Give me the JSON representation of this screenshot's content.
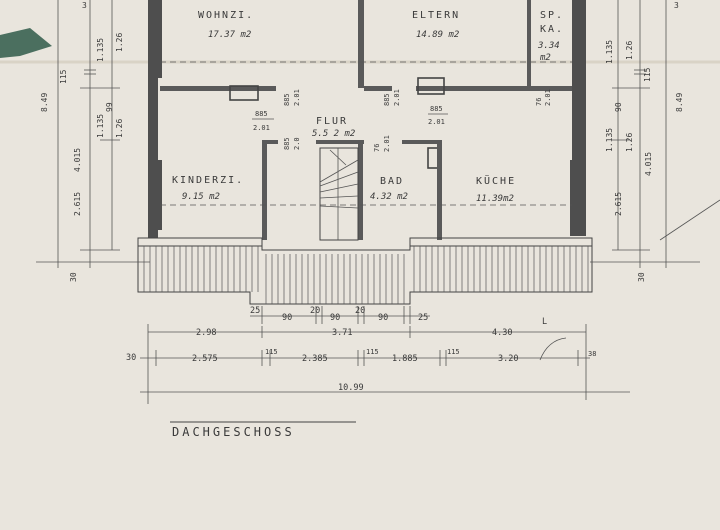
{
  "plan": {
    "title": "DACHGESCHOSS",
    "rooms": [
      {
        "name": "WOHNZI.",
        "area": "17.37 m2"
      },
      {
        "name": "ELTERN",
        "area": "14.89 m2"
      },
      {
        "name": "SP.",
        "area": "KA."
      },
      {
        "name": "KINDERZI.",
        "area": "9.15 m2"
      },
      {
        "name": "FLUR",
        "area": "5.5 2 m2"
      },
      {
        "name": "BAD",
        "area": "4.32 m2"
      },
      {
        "name": "KÜCHE",
        "area": "11.39m2"
      }
    ],
    "sp_area_value": "3.34",
    "sp_area_unit": "m2",
    "doors": {
      "wohn_top": "885",
      "wohn_bottom": "2.01",
      "eltern_top": "885",
      "eltern_bottom": "2.01",
      "kueche_top": "885",
      "kueche_bottom": "2.01",
      "kinder_main": "885",
      "kinder_sub": "2.01",
      "kinder_side_top": "885",
      "kinder_side_bottom": "2.0",
      "sp_top": "76",
      "sp_bottom": "2.01",
      "bad_top": "76",
      "bad_bottom": "2.01"
    },
    "bottom_dims": {
      "row1": [
        "25",
        "90",
        "20",
        "90",
        "20",
        "90",
        "25"
      ],
      "row2": [
        "2.98",
        "3.71",
        "4.30"
      ],
      "row3_left": "30",
      "row3": [
        "2.575",
        "115",
        "2.385",
        "115",
        "1.885",
        "115",
        "3.20"
      ],
      "row3_right": "38",
      "total": "10.99"
    },
    "left_dims": [
      "8.49",
      "4.015",
      "2.615",
      "30",
      "1.135",
      "1.26",
      "99",
      "115",
      "1.135",
      "1.26"
    ],
    "right_dims": [
      "8.49",
      "4.015",
      "2.615",
      "30",
      "1.135",
      "1.26",
      "90",
      "115",
      "1.135",
      "1.26"
    ],
    "corner_mark": "3",
    "misc_mark": "L"
  }
}
